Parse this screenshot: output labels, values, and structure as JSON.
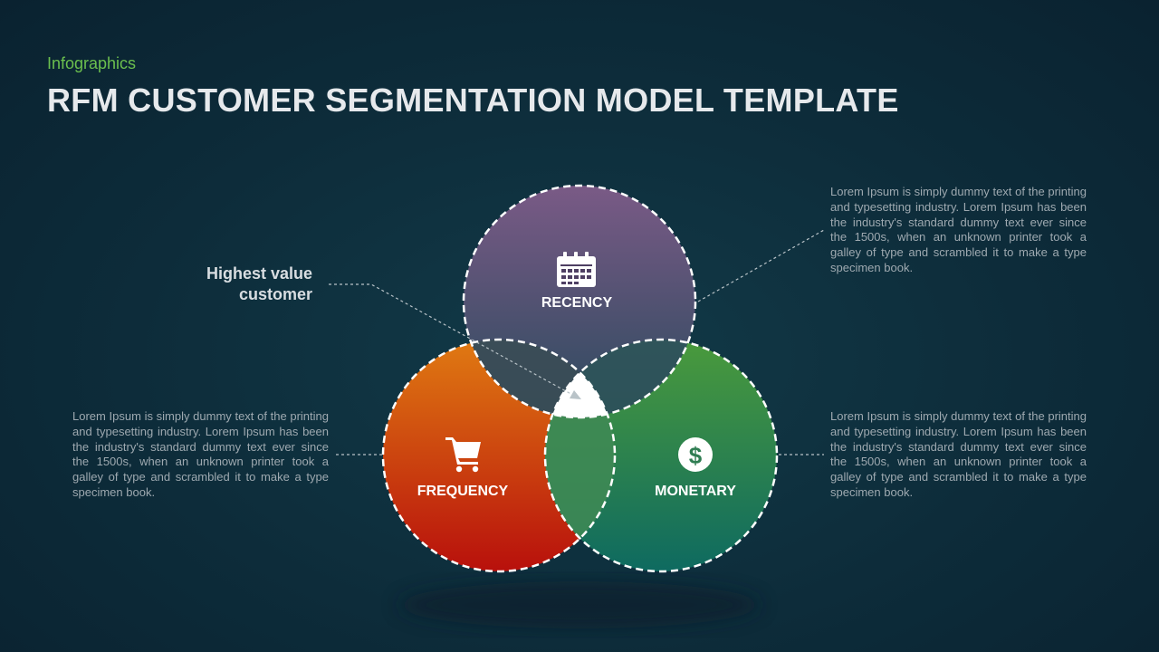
{
  "header": {
    "eyebrow": "Infographics",
    "title": "RFM CUSTOMER SEGMENTATION MODEL TEMPLATE"
  },
  "callout": {
    "line1": "Highest value",
    "line2": "customer"
  },
  "circles": {
    "recency": {
      "label": "RECENCY",
      "icon": "calendar-icon",
      "color_top": "#7a5a86",
      "color_bottom": "#2b4a5e"
    },
    "frequency": {
      "label": "FREQUENCY",
      "icon": "shopping-cart-icon",
      "color_top": "#e07a12",
      "color_bottom": "#b8100c"
    },
    "monetary": {
      "label": "MONETARY",
      "icon": "dollar-coin-icon",
      "color_top": "#4a9a3c",
      "color_bottom": "#0e6a60"
    }
  },
  "descriptions": {
    "top_right": "Lorem Ipsum is simply dummy text of the printing and typesetting industry. Lorem Ipsum has been the industry's standard dummy text ever since the 1500s, when an unknown printer took a galley of type and scrambled it to make a type specimen book.",
    "left": "Lorem Ipsum is simply dummy text of the printing and typesetting industry. Lorem Ipsum has been the industry's standard dummy text ever since the 1500s, when an unknown printer took a galley of type and scrambled it to make a type specimen book.",
    "right": "Lorem Ipsum is simply dummy text of the printing and typesetting industry. Lorem Ipsum has been the industry's standard dummy text ever since the 1500s, when an unknown printer took a galley of type and scrambled it to make a type specimen book."
  },
  "colors": {
    "eyebrow": "#6bbf4e",
    "title": "#e6e9ec",
    "connector": "#b9c3c8"
  }
}
